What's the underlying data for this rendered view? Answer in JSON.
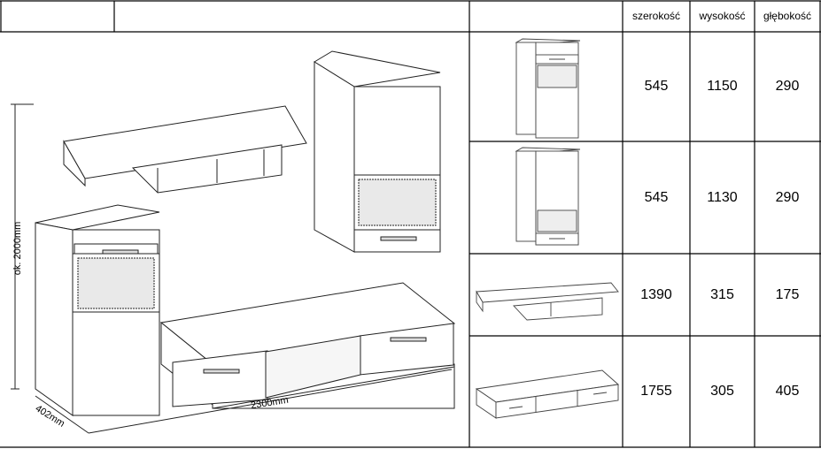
{
  "header": {
    "cell_1": "",
    "cell_2": "",
    "cell_3": "",
    "width_label": "szerokość",
    "height_label": "wysokość",
    "depth_label": "głębokość"
  },
  "drawing": {
    "height_dimension": "ok. 2000mm",
    "width_dimension": "2300mm",
    "depth_dimension": "402mm"
  },
  "rows": [
    {
      "item": "wall-cabinet-top-drawer",
      "width": "545",
      "height": "1150",
      "depth": "290"
    },
    {
      "item": "wall-cabinet-bottom-drawer",
      "width": "545",
      "height": "1130",
      "depth": "290"
    },
    {
      "item": "wall-shelf",
      "width": "1390",
      "height": "315",
      "depth": "175"
    },
    {
      "item": "tv-stand",
      "width": "1755",
      "height": "305",
      "depth": "405"
    }
  ]
}
